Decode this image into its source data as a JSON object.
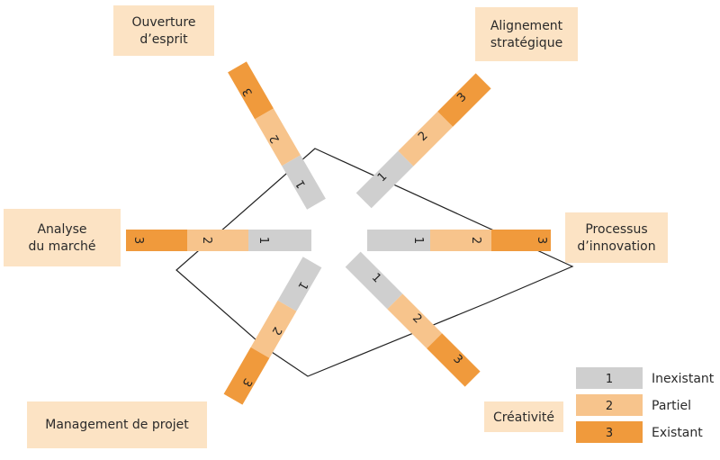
{
  "colors": {
    "level1": "#cfcfcf",
    "level2": "#f7c48c",
    "level3": "#f09a3c",
    "label_box": "#fce3c4",
    "profile_line": "#222222"
  },
  "axes": [
    {
      "id": "ouverture",
      "label_lines": [
        "Ouverture",
        "d’esprit"
      ]
    },
    {
      "id": "alignement",
      "label_lines": [
        "Alignement",
        "stratégique"
      ]
    },
    {
      "id": "analyse",
      "label_lines": [
        "Analyse",
        "du marché"
      ]
    },
    {
      "id": "processus",
      "label_lines": [
        "Processus",
        "d’innovation"
      ]
    },
    {
      "id": "management",
      "label_lines": [
        "Management de projet"
      ]
    },
    {
      "id": "creativite",
      "label_lines": [
        "Créativité"
      ]
    }
  ],
  "segment_numbers": [
    "1",
    "2",
    "3"
  ],
  "profile_levels": {
    "ouverture": 1,
    "alignement": 1,
    "analyse": 3,
    "processus": 3,
    "management": 2,
    "creativite": 2
  },
  "legend": [
    {
      "num": "1",
      "label": "Inexistant",
      "color_key": "level1"
    },
    {
      "num": "2",
      "label": "Partiel",
      "color_key": "level2"
    },
    {
      "num": "3",
      "label": "Existant",
      "color_key": "level3"
    }
  ]
}
